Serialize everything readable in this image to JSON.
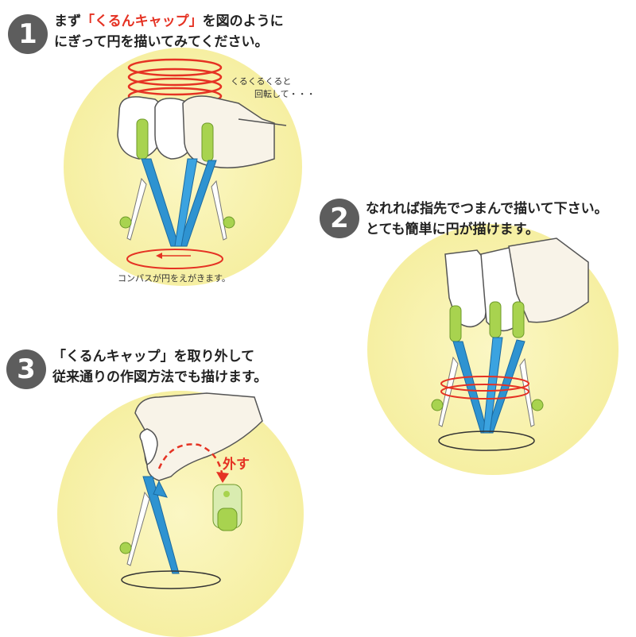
{
  "step1": {
    "number": "1",
    "line1_pre": "まず",
    "line1_accent": "「くるんキャップ」",
    "line1_post": "を図のように",
    "line2": "にぎって円を描いてみてください。",
    "note_rotate_1": "くるくるくると",
    "note_rotate_2": "回転して・・・",
    "note_compass": "コンパスが円をえがきます。"
  },
  "step2": {
    "number": "2",
    "line1": "なれれば指先でつまんで描いて下さい。",
    "line2": "とても簡単に円が描けます。"
  },
  "step3": {
    "number": "3",
    "line1": "「くるんキャップ」を取り外して",
    "line2": "従来通りの作図方法でも描けます。",
    "remove_label": "外す"
  },
  "colors": {
    "accent": "#e53223",
    "compass_blue": "#2e93d1",
    "cap_green": "#a8d34f",
    "circle_fill": "#f6efa2",
    "badge": "#5d5d5d"
  }
}
